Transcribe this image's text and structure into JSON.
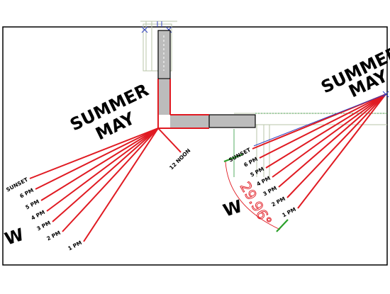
{
  "left_panel": {
    "season_line1": "SUMMER",
    "season_line2": "MAY",
    "direction": "W",
    "noon_label": "12 NOON",
    "rays": [
      "SUNSET",
      "6 PM",
      "5 PM",
      "4 PM",
      "3 PM",
      "2 PM",
      "1 PM"
    ]
  },
  "right_panel": {
    "season_line1": "SUMMER",
    "season_line2": "MAY",
    "direction": "W",
    "angle_label": "29.96°",
    "rays": [
      "SUNSET",
      "6 PM",
      "5 PM",
      "4 PM",
      "3 PM",
      "2 PM",
      "1 PM"
    ]
  },
  "colors": {
    "ray": "#e01a22",
    "wall_fill": "#bcbcbc",
    "outline": "#000000",
    "guide": "#2a9a3a",
    "dim": "#3040c0",
    "faint": "#b9c6a8"
  }
}
